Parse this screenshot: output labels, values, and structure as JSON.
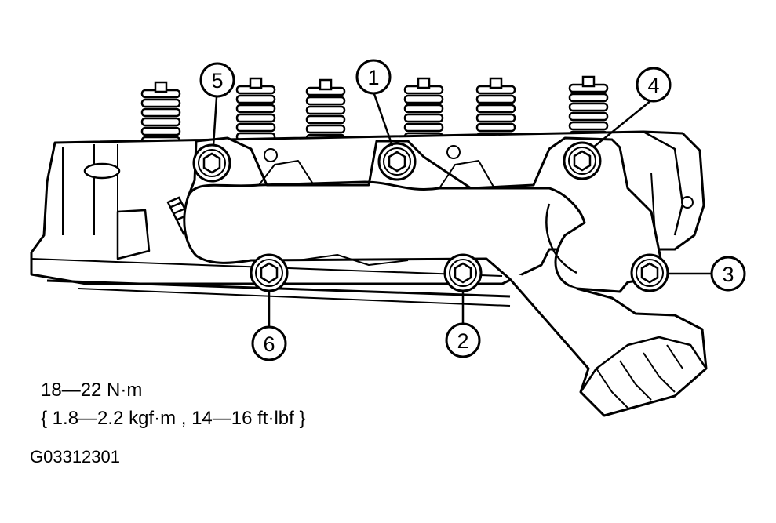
{
  "torque_spec": {
    "metric": "18—22 N·m",
    "alternate": "{ 1.8—2.2 kgf·m , 14—16 ft·lbf }"
  },
  "figure_code": "G03312301",
  "callouts": [
    {
      "id": "1",
      "label": "1"
    },
    {
      "id": "2",
      "label": "2"
    },
    {
      "id": "3",
      "label": "3"
    },
    {
      "id": "4",
      "label": "4"
    },
    {
      "id": "5",
      "label": "5"
    },
    {
      "id": "6",
      "label": "6"
    }
  ]
}
